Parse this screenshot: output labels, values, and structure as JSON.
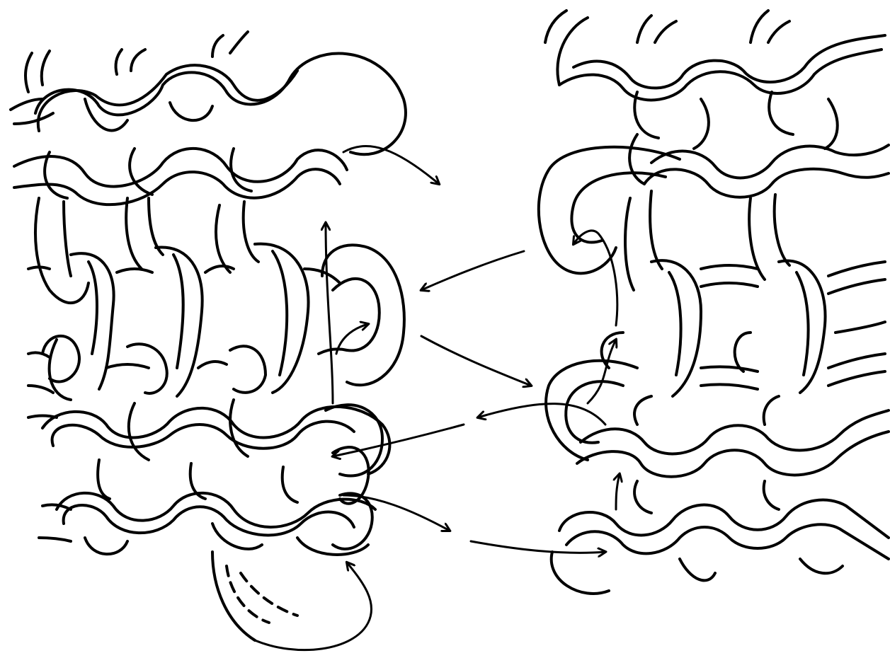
{
  "diagram": {
    "style": "black ink line drawing on white",
    "colors": {
      "ink": "#000000",
      "paper": "#ffffff"
    },
    "panels": [
      {
        "id": "left-fabric",
        "stitch_rows": 4,
        "cable_rows": 2,
        "loops_per_row": 4
      },
      {
        "id": "right-fabric",
        "stitch_rows": 4,
        "cable_rows": 2,
        "loops_per_row": 3
      }
    ],
    "arrows": [
      {
        "id": "arrow-tr-exit",
        "label": ""
      },
      {
        "id": "arrow-to-left-middle",
        "label": ""
      },
      {
        "id": "arrow-to-right-middle",
        "label": ""
      },
      {
        "id": "arrow-to-left-lower",
        "label": ""
      },
      {
        "id": "arrow-left-bottom-exit",
        "label": ""
      },
      {
        "id": "arrow-to-right-bottom",
        "label": ""
      },
      {
        "id": "arrow-left-up",
        "label": ""
      },
      {
        "id": "arrow-right-up",
        "label": ""
      },
      {
        "id": "arrow-bottom-curl",
        "label": ""
      }
    ]
  }
}
